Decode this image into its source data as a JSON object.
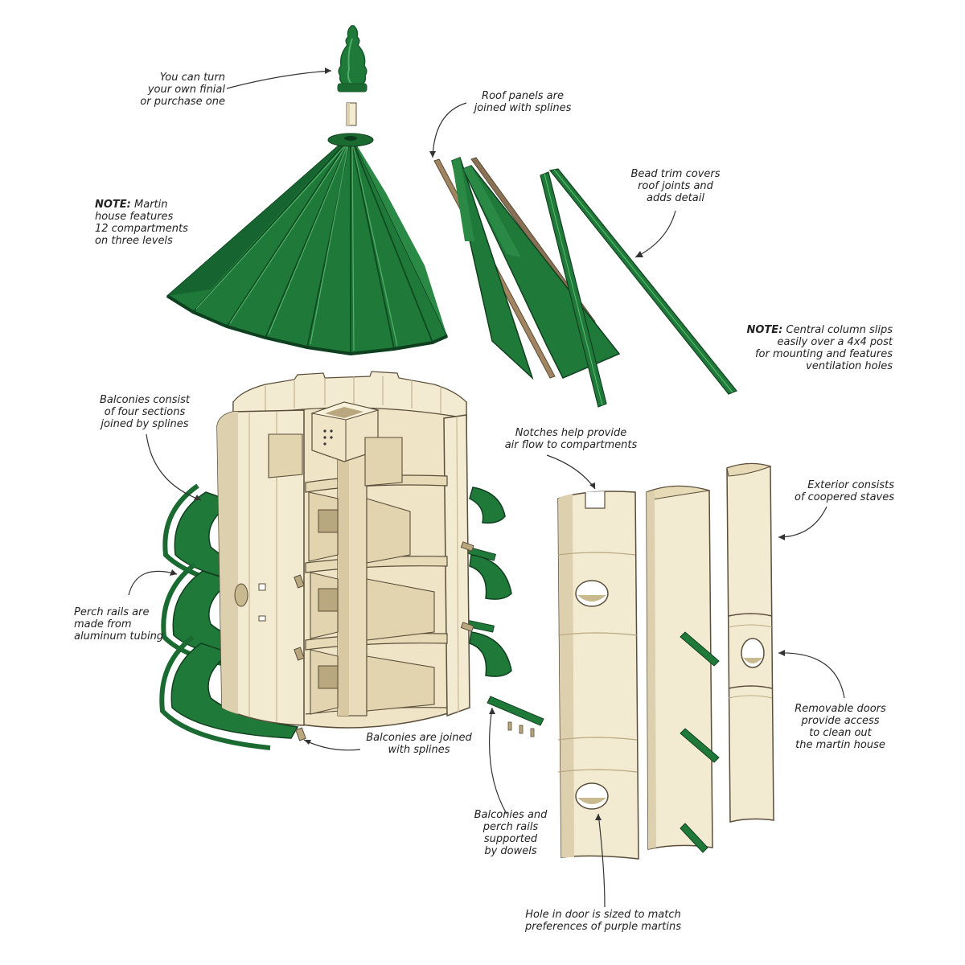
{
  "colors": {
    "roof_green": "#1f7a3a",
    "roof_green_dark": "#155a2a",
    "roof_green_light": "#3a9c55",
    "wood": "#f3ead2",
    "wood_shade": "#ddd0ae",
    "wood_dark": "#b8a77f",
    "outline": "#5a4e3a"
  },
  "callouts": {
    "finial": "You can turn\nyour own finial\nor purchase one",
    "roof_splines": "Roof panels are\njoined with splines",
    "bead_trim": "Bead trim covers\nroof joints and\nadds detail",
    "note_martin_label": "NOTE:",
    "note_martin": " Martin\nhouse features\n12 compartments\non three levels",
    "note_column_label": "NOTE:",
    "note_column": " Central column slips\neasily over a 4x4 post\nfor mounting and features\nventilation holes",
    "balconies_sections": "Balconies consist\nof four sections\njoined by splines",
    "notches": "Notches help provide\nair flow to compartments",
    "exterior": "Exterior consists\nof coopered staves",
    "perch_rails": "Perch rails are\nmade from\naluminum tubing",
    "removable_doors": "Removable doors\nprovide access\nto clean out\nthe martin house",
    "balconies_joined": "Balconies are joined\nwith splines",
    "dowels": "Balconies and\nperch rails\nsupported\nby dowels",
    "hole_door": "Hole in door is sized to match\npreferences of purple martins"
  }
}
